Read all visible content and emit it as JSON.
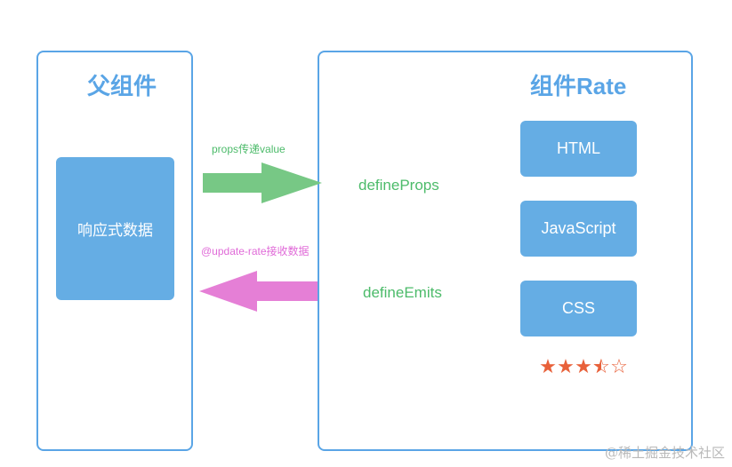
{
  "parent": {
    "title": "父组件",
    "state_box": "响应式数据"
  },
  "child": {
    "title": "组件Rate",
    "boxes": [
      "HTML",
      "JavaScript",
      "CSS"
    ],
    "define_props": "defineProps",
    "define_emits": "defineEmits",
    "rating": {
      "value": 3.5,
      "max": 5
    }
  },
  "edges": {
    "props_label": "props传递value",
    "emit_label": "@update-rate接收数据"
  },
  "colors": {
    "border": "#5aa5e6",
    "box": "#65ade4",
    "props_arrow": "#77c885",
    "emit_arrow": "#e57fd6",
    "star": "#e8613a"
  },
  "watermark": "@稀土掘金技术社区"
}
